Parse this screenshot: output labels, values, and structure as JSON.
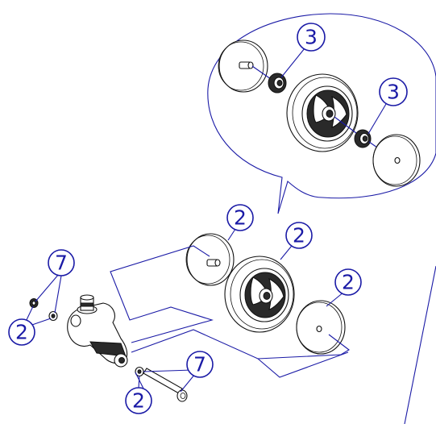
{
  "callouts": {
    "c1": "3",
    "c2": "3",
    "c3": "2",
    "c4": "2",
    "c5": "2",
    "c6": "7",
    "c7": "2",
    "c8": "7",
    "c9": "2"
  },
  "colors": {
    "leader": "#1a1aa6",
    "part_outline": "#111111"
  }
}
